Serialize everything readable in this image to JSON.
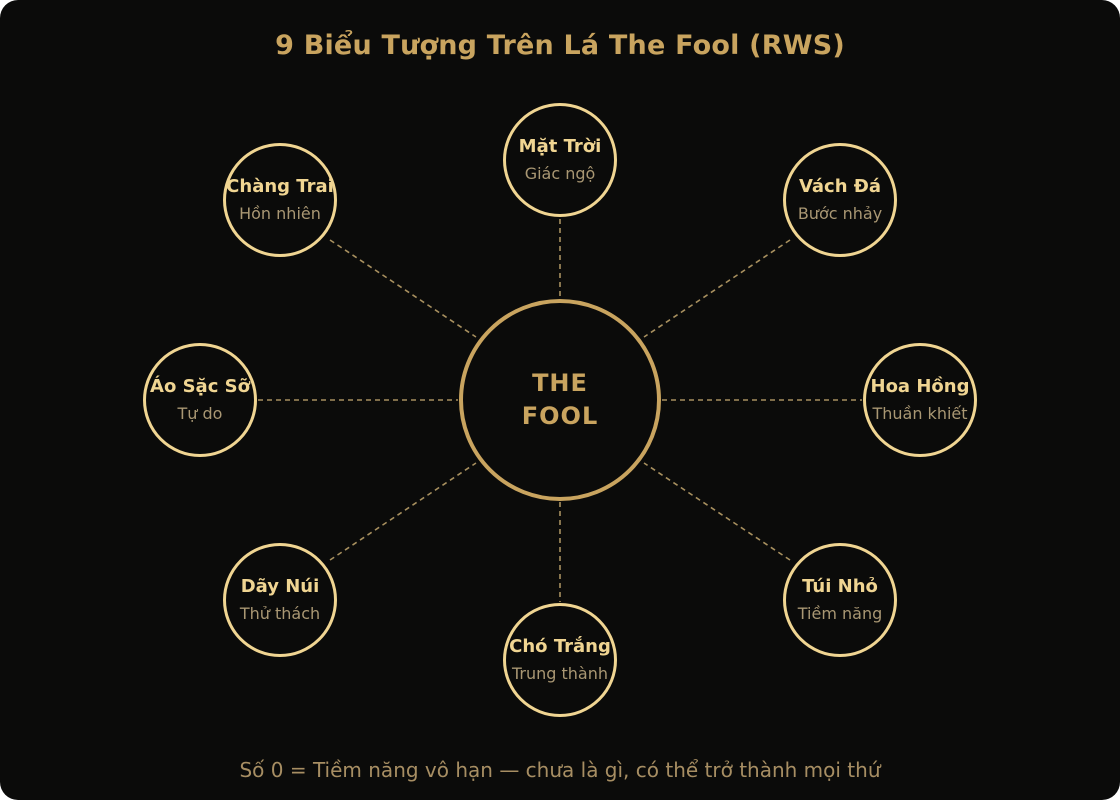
{
  "title": "9 Biểu Tượng Trên Lá The Fool (RWS)",
  "center": {
    "line1": "THE",
    "line2": "FOOL"
  },
  "nodes": [
    {
      "id": "mat-troi",
      "label": "Mặt Trời",
      "meaning": "Giác ngộ"
    },
    {
      "id": "chang-trai",
      "label": "Chàng Trai",
      "meaning": "Hồn nhiên"
    },
    {
      "id": "vach-da",
      "label": "Vách Đá",
      "meaning": "Bước nhảy"
    },
    {
      "id": "ao-sac-so",
      "label": "Áo Sặc Sỡ",
      "meaning": "Tự do"
    },
    {
      "id": "hoa-hong",
      "label": "Hoa Hồng",
      "meaning": "Thuần khiết"
    },
    {
      "id": "day-nui",
      "label": "Dãy Núi",
      "meaning": "Thử thách"
    },
    {
      "id": "tui-nho",
      "label": "Túi Nhỏ",
      "meaning": "Tiềm năng"
    },
    {
      "id": "cho-trang",
      "label": "Chó Trắng",
      "meaning": "Trung thành"
    }
  ],
  "footer": "Số 0 = Tiềm năng vô hạn — chưa là gì, có thể trở thành mọi thứ",
  "colors": {
    "background": "#0b0b0a",
    "accent": "#c9a45f",
    "node_border": "#f0d592",
    "node_text": "#f0d592",
    "sub_text": "#a99773",
    "connector": "#a8905f"
  }
}
